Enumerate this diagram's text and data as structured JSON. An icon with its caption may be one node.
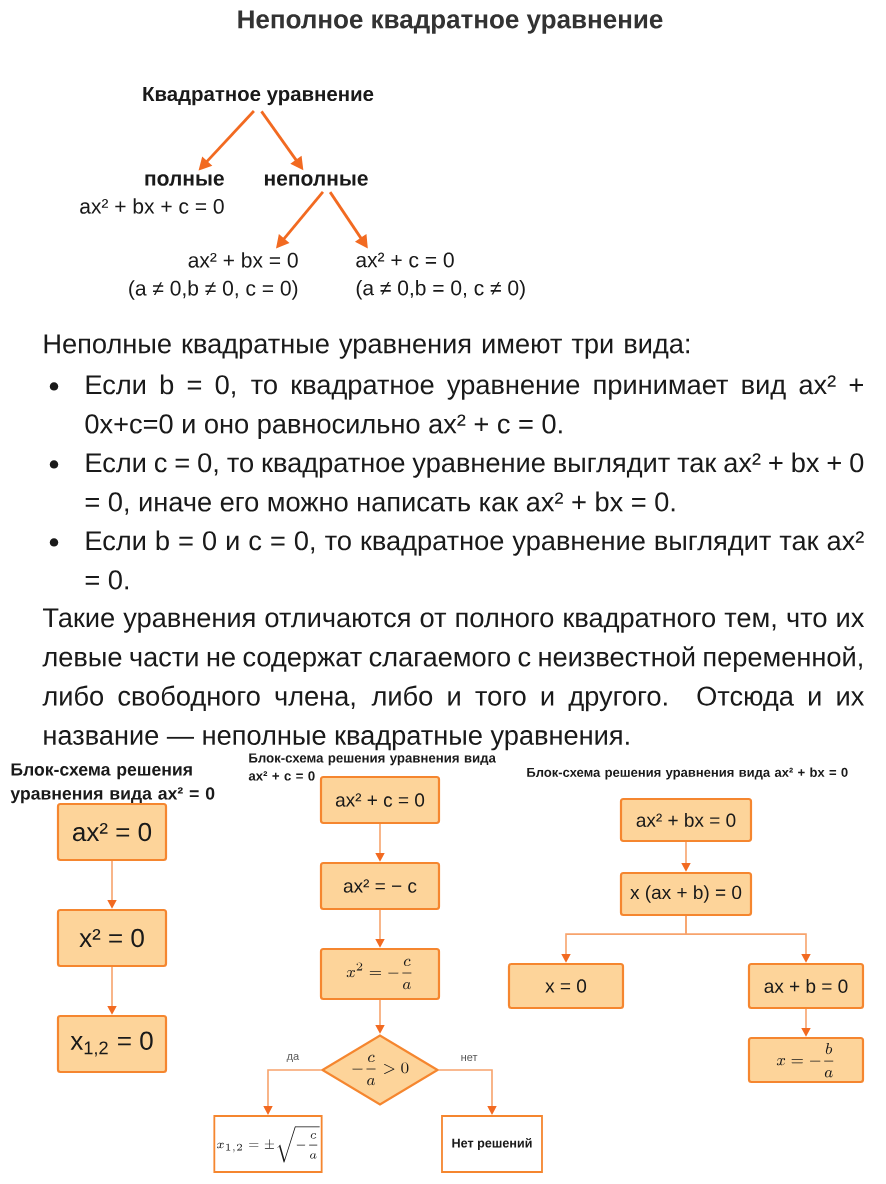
{
  "diagram": {
    "title": "Неполное квадратное уравнение",
    "nodes": [
      {
        "text": [
          "Квадратное уравнение"
        ]
      },
      {
        "text": [
          "полные",
          "ax² + bx + c = 0"
        ]
      },
      {
        "text": [
          "неполные"
        ]
      },
      {
        "text": [
          "ax² + bx = 0",
          "(a ≠ 0,b ≠ 0, c = 0)"
        ]
      },
      {
        "text": [
          "ax² + c = 0",
          "(a ≠ 0,b = 0, c ≠ 0)"
        ]
      },
      {
        "text": [
          "ax² = 0"
        ]
      },
      {
        "text": [
          "x² = 0"
        ]
      },
      {
        "text": [
          "x$_{1,2}$ = 0"
        ]
      },
      {
        "text": [
          "ax² + c = 0"
        ]
      },
      {
        "text": [
          "ax² = − c"
        ]
      },
      {
        "text": [
          "x^{2} = -\\frac{c}{a}"
        ]
      },
      {
        "text": [
          "-\\frac{c}{a} > 0"
        ]
      },
      {
        "text": [
          "x_{1,2} = \\pm\\sqrt{-\\frac{c}{a}}"
        ]
      },
      {
        "text": [
          "Нет решений"
        ]
      },
      {
        "text": [
          "ax² + bx = 0"
        ]
      },
      {
        "text": [
          "x (ax + b) = 0"
        ]
      },
      {
        "text": [
          "x = 0"
        ]
      },
      {
        "text": [
          "ax + b = 0"
        ]
      },
      {
        "text": [
          "x = -\\frac{b}{a}"
        ]
      }
    ],
    "edges": [
      {
        "from": 0,
        "to": 1,
        "arrow": "to",
        "color": "#f26a21"
      },
      {
        "from": 0,
        "to": 2,
        "arrow": "to",
        "color": "#f26a21"
      },
      {
        "from": 2,
        "to": 3,
        "arrow": "to",
        "color": "#f26a21"
      },
      {
        "from": 2,
        "to": 4,
        "arrow": "to",
        "color": "#f26a21"
      },
      {
        "from": 5,
        "to": 6,
        "arrow": "to"
      },
      {
        "from": 6,
        "to": 7,
        "arrow": "to"
      },
      {
        "from": 8,
        "to": 9,
        "arrow": "to"
      },
      {
        "from": 9,
        "to": 10,
        "arrow": "to"
      },
      {
        "from": 10,
        "to": 11,
        "arrow": "to"
      },
      {
        "from": 11,
        "to": 12,
        "arrow": "to",
        "label": "да"
      },
      {
        "from": 11,
        "to": 13,
        "arrow": "to",
        "label": "нет"
      },
      {
        "from": 14,
        "to": 15,
        "arrow": "to"
      },
      {
        "from": 15,
        "to": 16,
        "arrow": "to"
      },
      {
        "from": 15,
        "to": 17,
        "arrow": "to"
      },
      {
        "from": 17,
        "to": 18,
        "arrow": "to"
      }
    ],
    "labels": [
      "Неполные квадратные уравнения имеют три вида:",
      "Если b = 0, то квадратное уравнение принимает вид ax² + 0x+c=0 и оно равносильно ax² + c = 0.",
      "Если c = 0, то квадратное уравнение выглядит так ax² + bx + 0 = 0, иначе его можно написать как ax² + bx = 0.",
      "Если b = 0 и c = 0, то квадратное уравнение выглядит так ax² = 0.",
      "Такие уравнения отличаются от полного квадратного тем, что их левые части не содержат слагаемого с неизвестной переменной, либо свободного члена, либо и того и другого. Отсюда и их название — неполные квадратные уравнения.",
      "Блок-схема решения уравнения вида ax² = 0",
      "Блок-схема решения уравнения вида ax² + c = 0",
      "Блок-схема решения уравнения вида ax² + bx = 0"
    ]
  }
}
